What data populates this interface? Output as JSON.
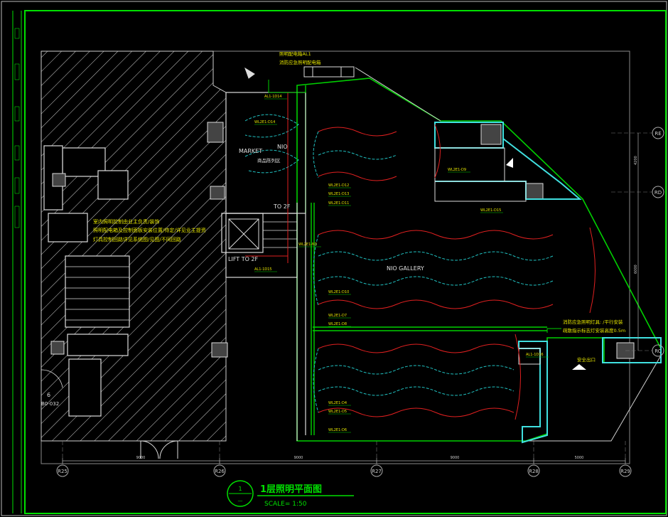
{
  "drawing": {
    "title": "1层照明平面图",
    "scale": "SCALE= 1:50",
    "title_circle_number": "1",
    "title_circle_sub": "—"
  },
  "rooms": {
    "market": "MARKET",
    "market_sub": "商品陈列区",
    "nio": "NIO",
    "gallery": "NIO GALLERY",
    "lift": "LIFT TO 2F",
    "to_2f": "TO 2F"
  },
  "grid": {
    "bottom": [
      "R25",
      "R26",
      "R27",
      "R28",
      "R29"
    ],
    "right": [
      "RE",
      "RD",
      "RC"
    ],
    "left_ref_number": "6",
    "left_ref_code": "B0-032"
  },
  "dimensions": {
    "bottom": [
      "9000",
      "9000",
      "9000",
      "5000"
    ],
    "right": [
      "4200",
      "6000"
    ]
  },
  "annotations": {
    "left_note_lines": [
      "室内照明控制由业主负责/装饰",
      "照明配电箱及控制面板安装位置/待定/详见业主提资",
      "灯具控制回路详见系统图/见图/不同回路"
    ],
    "top_note_lines": [
      "照明配电箱AL1",
      "消防应急照明配电箱"
    ],
    "right_note_lines": [
      "消防应急照明灯具: /平行安装",
      "疏散指示标志灯安装高度0.5m"
    ],
    "right_note_tag": "安全出口"
  },
  "circuit_tags": [
    "AL1-1D14",
    "WL2E1-D14",
    "WL2E1-D12",
    "WL2E1-D13",
    "WL2E1-D11",
    "WL2E1-N3",
    "WL2E1-D10",
    "WL2E1-D7",
    "WL2E1-D8",
    "WL2E1-D4",
    "WL2E1-D5",
    "WL2E1-D6",
    "WL2E1-D9",
    "WL2E1-D15",
    "AL1-1D16",
    "AL1-1D15"
  ],
  "colors": {
    "background": "#000000",
    "frame_green": "#00e000",
    "hatch_white": "#d8d8d8",
    "circuit_red": "#e02020",
    "circuit_cyan": "#20c0c0",
    "note_yellow": "#e6e600",
    "wall_cyan": "#40e0e0"
  }
}
